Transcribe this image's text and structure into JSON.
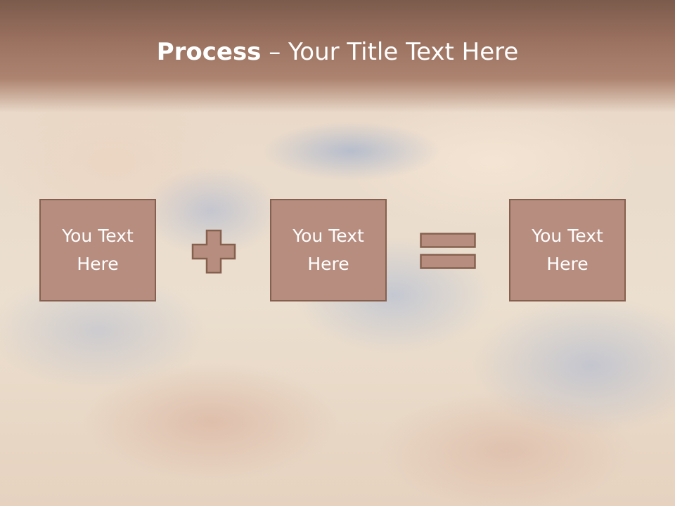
{
  "title": {
    "bold": "Process",
    "rest": " – Your Title Text Here"
  },
  "boxes": [
    {
      "text": "You Text Here"
    },
    {
      "text": "You Text Here"
    },
    {
      "text": "You Text Here"
    }
  ],
  "operators": {
    "first": "plus-icon",
    "second": "equals-icon"
  },
  "colors": {
    "box_fill": "#b78d7f",
    "box_border": "#86604f",
    "title_bar": "#9a705f",
    "text": "#ffffff"
  }
}
